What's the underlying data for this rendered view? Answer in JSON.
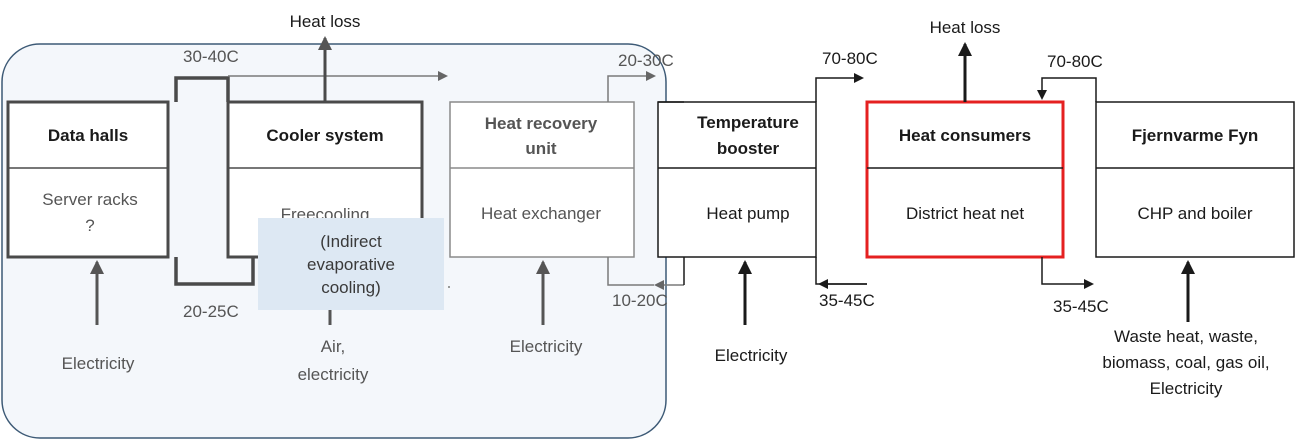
{
  "boxes": {
    "data_halls": {
      "title": "Data halls",
      "sub": [
        "Server racks",
        "?"
      ],
      "input": "Electricity"
    },
    "cooler": {
      "title": "Cooler system",
      "sub": [
        "Freecooling"
      ],
      "input": [
        "Air,",
        "electricity"
      ],
      "output": "Heat loss"
    },
    "heat_recovery": {
      "title": [
        "Heat recovery",
        "unit"
      ],
      "sub": [
        "Heat exchanger"
      ],
      "input": "Electricity"
    },
    "booster": {
      "title": [
        "Temperature",
        "booster"
      ],
      "sub": [
        "Heat pump"
      ],
      "input": "Electricity"
    },
    "consumers": {
      "title": "Heat consumers",
      "sub": [
        "District heat net"
      ],
      "output": "Heat loss"
    },
    "fyn": {
      "title": "Fjernvarme Fyn",
      "sub": [
        "CHP and boiler"
      ],
      "input": [
        "Waste heat, waste,",
        "biomass, coal, gas oil,",
        "Electricity"
      ]
    }
  },
  "temps": {
    "t1_top": "30-40C",
    "t1_bottom": "20-25C",
    "t2_top": "20-30C",
    "t2_bottom": "10-20C",
    "t3_top": "70-80C",
    "t3_bottom": "35-45C",
    "t4_top": "70-80C",
    "t4_bottom": "35-45C"
  },
  "overlay": [
    "(Indirect",
    "evaporative",
    "cooling)"
  ],
  "colors": {
    "highlight": "#e52020",
    "panel_border": "#3d5a76",
    "panel_fill": "#f4f7fb",
    "overlay_fill": "#dde8f3"
  }
}
